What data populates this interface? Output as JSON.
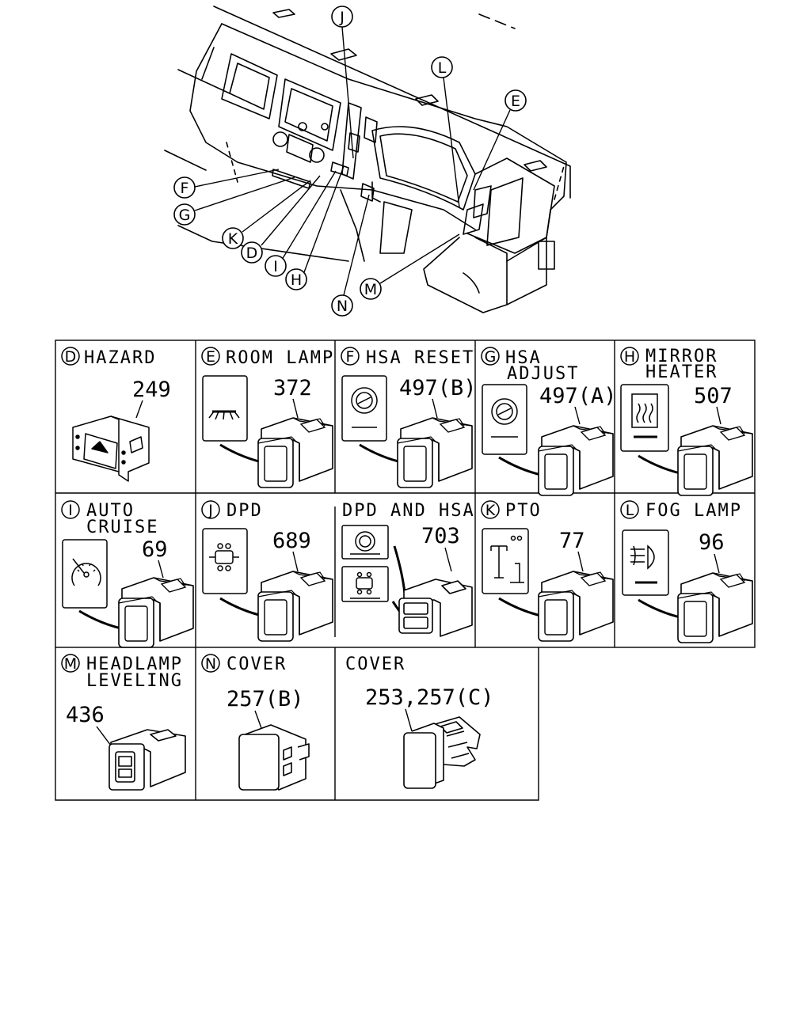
{
  "overview": {
    "callouts": [
      "J",
      "L",
      "E",
      "F",
      "G",
      "K",
      "D",
      "I",
      "H",
      "N",
      "M"
    ]
  },
  "cells": [
    {
      "id": "D",
      "circle": "D",
      "title": [
        "HAZARD"
      ],
      "parts": [
        "249"
      ]
    },
    {
      "id": "E",
      "circle": "E",
      "title": [
        "ROOM LAMP"
      ],
      "parts": [
        "372"
      ]
    },
    {
      "id": "F",
      "circle": "F",
      "title": [
        "HSA RESET"
      ],
      "parts": [
        "497(B)"
      ]
    },
    {
      "id": "G",
      "circle": "G",
      "title": [
        "HSA",
        "ADJUST"
      ],
      "parts": [
        "497(A)"
      ]
    },
    {
      "id": "H",
      "circle": "H",
      "title": [
        "MIRROR",
        "HEATER"
      ],
      "parts": [
        "507"
      ]
    },
    {
      "id": "I",
      "circle": "I",
      "title": [
        "AUTO",
        "CRUISE"
      ],
      "parts": [
        "69"
      ]
    },
    {
      "id": "J",
      "circle": "J",
      "title": [
        "DPD"
      ],
      "parts": [
        "689"
      ]
    },
    {
      "id": "DPDHSA",
      "circle": "",
      "title": [
        "DPD AND HSA"
      ],
      "parts": [
        "703"
      ]
    },
    {
      "id": "K",
      "circle": "K",
      "title": [
        "PTO"
      ],
      "parts": [
        "77"
      ]
    },
    {
      "id": "L",
      "circle": "L",
      "title": [
        "FOG LAMP"
      ],
      "parts": [
        "96"
      ]
    },
    {
      "id": "M",
      "circle": "M",
      "title": [
        "HEADLAMP",
        "LEVELING"
      ],
      "parts": [
        "436"
      ]
    },
    {
      "id": "N",
      "circle": "N",
      "title": [
        "COVER"
      ],
      "parts": [
        "257(B)"
      ]
    },
    {
      "id": "COVER2",
      "circle": "",
      "title": [
        "COVER"
      ],
      "parts": [
        "253,257(C)"
      ]
    }
  ]
}
